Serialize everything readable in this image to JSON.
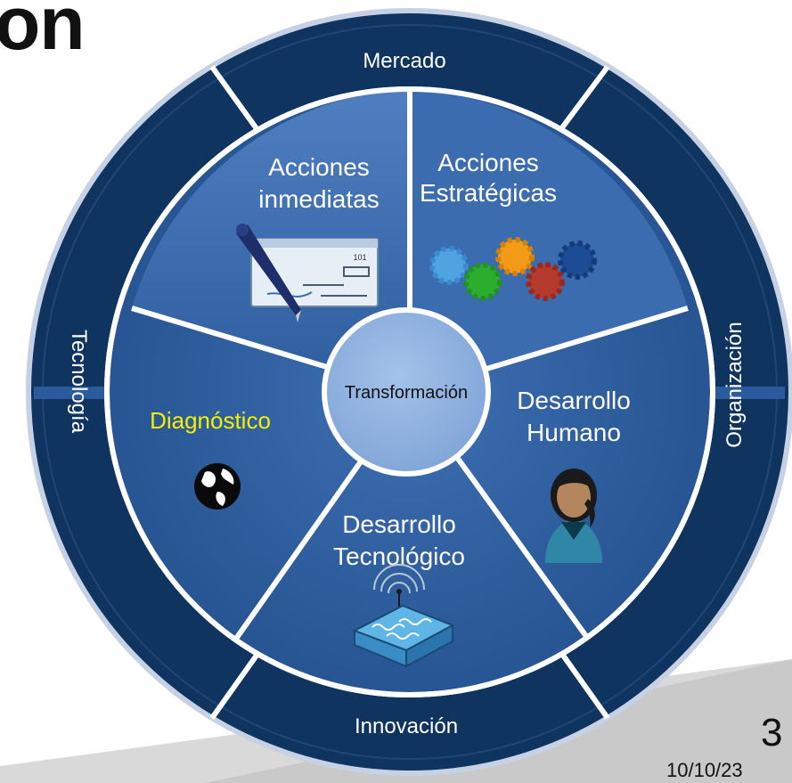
{
  "slide": {
    "title_fragment": "on",
    "page_number": "3",
    "date": "10/10/23"
  },
  "ring": {
    "top": "Mercado",
    "right": "Organización",
    "bottom": "Innovación",
    "left": "Tecnología"
  },
  "segments": {
    "acciones_inmediatas": [
      "Acciones",
      "inmediatas"
    ],
    "acciones_estrategicas": [
      "Acciones",
      "Estratégicas"
    ],
    "desarrollo_humano": [
      "Desarrollo",
      "Humano"
    ],
    "desarrollo_tecnologico": [
      "Desarrollo",
      "Tecnológico"
    ],
    "diagnostico": "Diagnóstico"
  },
  "center": "Transformación",
  "cheque_number": "101",
  "colors": {
    "outer_ring": "#0d2f5a",
    "inner_disk": "#2c5a9c",
    "center": "#8aaede",
    "diagnostico_text": "#f4f000",
    "white_text": "#ffffff"
  }
}
